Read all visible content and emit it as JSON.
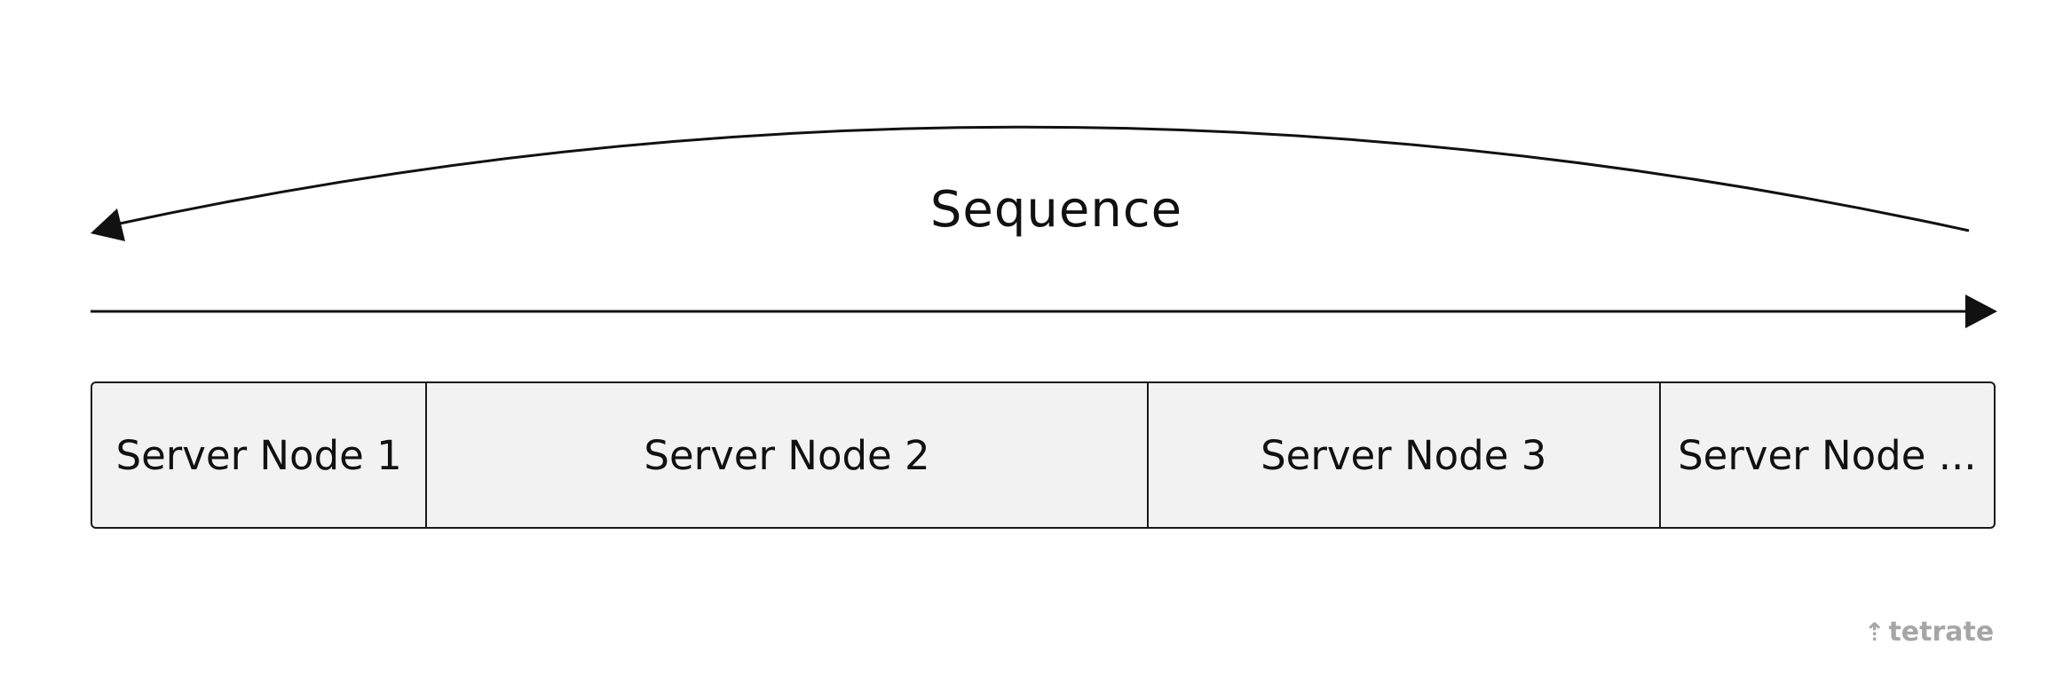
{
  "diagram": {
    "sequence_label": "Sequence",
    "nodes": [
      {
        "label": "Server Node 1"
      },
      {
        "label": "Server Node 2"
      },
      {
        "label": "Server Node 3"
      },
      {
        "label": "Server Node ..."
      }
    ],
    "colors": {
      "node_fill": "#f2f2f2",
      "stroke": "#1a1a1a",
      "logo": "#a6a6a6"
    }
  },
  "branding": {
    "logo_text": "tetrate"
  }
}
